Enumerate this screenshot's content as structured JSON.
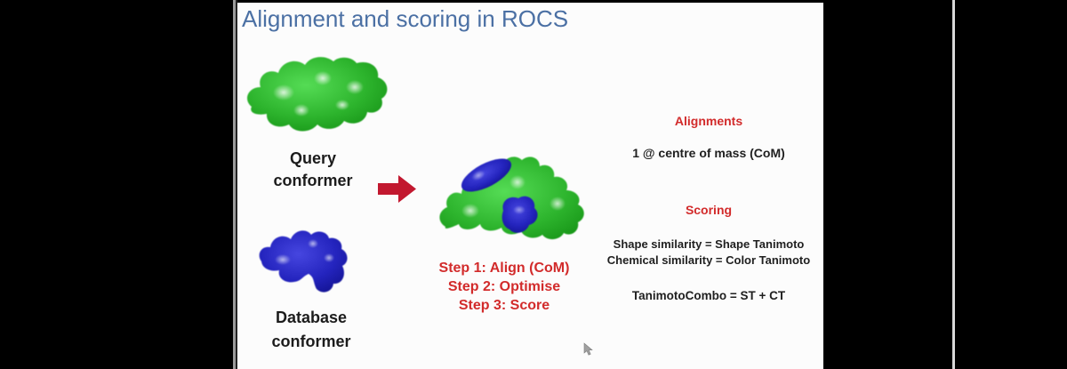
{
  "slide": {
    "title": "Alignment and scoring in ROCS",
    "query_label": {
      "line1": "Query",
      "line2": "conformer"
    },
    "database_label": {
      "line1": "Database",
      "line2": "conformer"
    },
    "steps": [
      "Step 1: Align (CoM)",
      "Step 2: Optimise",
      "Step 3: Score"
    ],
    "alignments": {
      "heading": "Alignments",
      "detail": "1 @ centre of mass (CoM)"
    },
    "scoring": {
      "heading": "Scoring",
      "lines": [
        "Shape similarity = Shape Tanimoto",
        "Chemical similarity = Color Tanimoto",
        "TanimotoCombo = ST + CT"
      ]
    },
    "molecules": {
      "query": "green-molecular-surface",
      "database": "blue-molecular-surface",
      "overlay": "aligned-green-blue-overlay"
    },
    "colors": {
      "title_blue": "#4b70a4",
      "accent_red": "#d22b2b",
      "arrow_red": "#c2182f",
      "molecule_green": "#2db42d",
      "molecule_blue": "#2424be",
      "text_dark": "#1c1c1c"
    }
  }
}
